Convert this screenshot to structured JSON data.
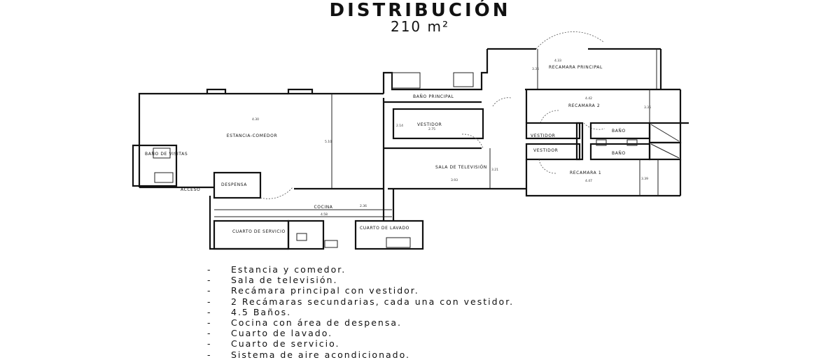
{
  "header": {
    "title": "DISTRIBUCIÓN",
    "area": "210 m²"
  },
  "rooms": {
    "estancia_comedor": "ESTANCIA-COMEDOR",
    "bano_visitas": "BAÑO DE VISITAS",
    "acceso": "ACCESO",
    "despensa": "DESPENSA",
    "cocina": "COCINA",
    "cuarto_servicio": "CUARTO DE SERVICIO",
    "cuarto_lavado": "CUARTO DE LAVADO",
    "bano_principal": "BAÑO PRINCIPAL",
    "vestidor": "VESTIDOR",
    "sala_television": "SALA DE TELEVISIÓN",
    "recamara_principal": "RECAMARA PRINCIPAL",
    "recamara_2": "RECAMARA 2",
    "recamara_1": "RECAMARA 1",
    "vestidor_1": "VESTIDOR",
    "vestidor_2": "VESTIDOR",
    "bano_1": "BAÑO",
    "bano_2": "BAÑO"
  },
  "dimensions": {
    "estancia_width": "4.30",
    "estancia_height": "5.10",
    "cocina_width": "4.58",
    "cocina_height": "2.36",
    "vestidor_width": "2.75",
    "vestidor_height": "2.14",
    "sala_width": "3.93",
    "sala_height": "3.21",
    "recamara_principal_width": "4.33",
    "recamara_principal_height": "3.36",
    "recamara_2_width": "4.42",
    "recamara_2_height": "3.36",
    "recamara_1_width": "4.47",
    "recamara_1_height": "3.39"
  },
  "features": [
    "Estancia y comedor.",
    "Sala de televisión.",
    "Recámara principal con vestidor.",
    "2 Recámaras secundarias, cada una con vestidor.",
    "4.5 Baños.",
    "Cocina con área de despensa.",
    "Cuarto de lavado.",
    "Cuarto de servicio.",
    "Sistema de aire acondicionado."
  ],
  "bullet": "-"
}
